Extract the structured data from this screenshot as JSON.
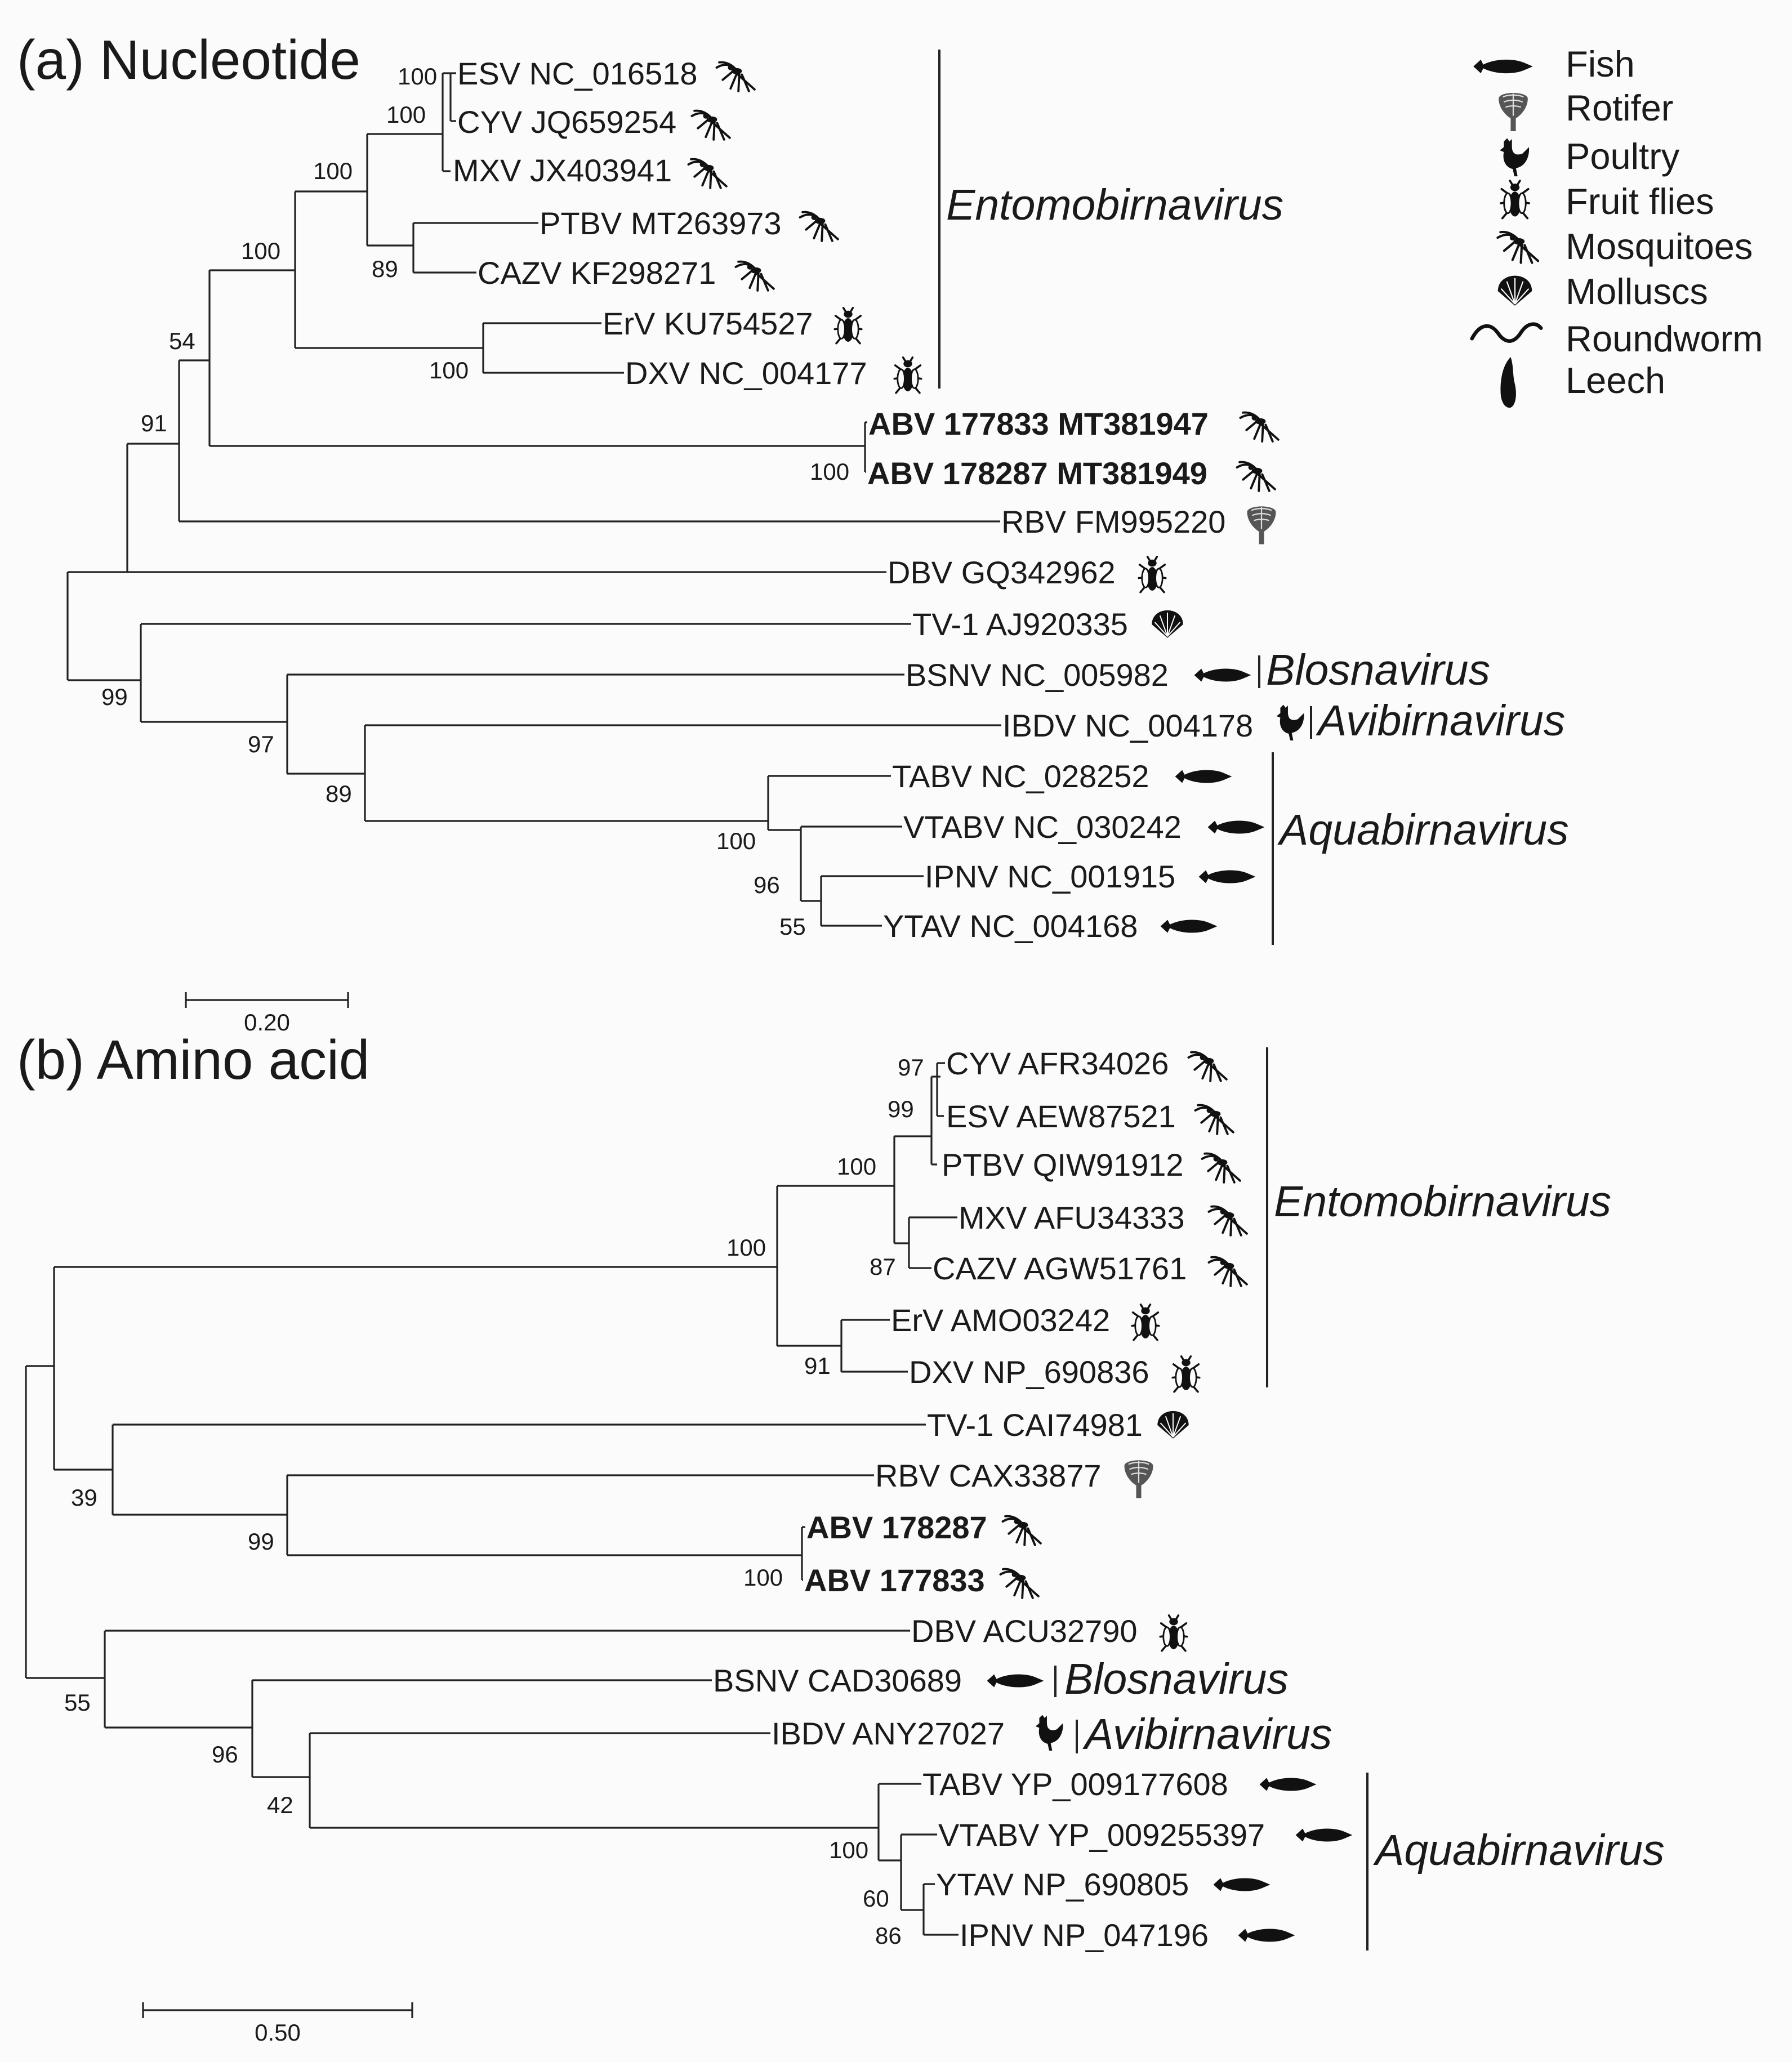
{
  "panel_a": {
    "title": "(a) Nucleotide",
    "leaves": [
      {
        "label": "ESV NC_016518",
        "host": "mosquito",
        "bold": false
      },
      {
        "label": "CYV JQ659254",
        "host": "mosquito",
        "bold": false
      },
      {
        "label": "MXV JX403941",
        "host": "mosquito",
        "bold": false
      },
      {
        "label": "PTBV MT263973",
        "host": "mosquito",
        "bold": false
      },
      {
        "label": "CAZV KF298271",
        "host": "mosquito",
        "bold": false
      },
      {
        "label": "ErV KU754527",
        "host": "fruit-fly",
        "bold": false
      },
      {
        "label": "DXV NC_004177",
        "host": "fruit-fly",
        "bold": false
      },
      {
        "label": "ABV 177833 MT381947",
        "host": "mosquito",
        "bold": true
      },
      {
        "label": "ABV 178287 MT381949",
        "host": "mosquito",
        "bold": true
      },
      {
        "label": "RBV FM995220",
        "host": "rotifer",
        "bold": false
      },
      {
        "label": "DBV GQ342962",
        "host": "fruit-fly",
        "bold": false
      },
      {
        "label": "TV-1 AJ920335",
        "host": "mollusc",
        "bold": false
      },
      {
        "label": "BSNV NC_005982",
        "host": "fish",
        "bold": false
      },
      {
        "label": "IBDV NC_004178",
        "host": "poultry",
        "bold": false
      },
      {
        "label": "TABV NC_028252",
        "host": "fish",
        "bold": false
      },
      {
        "label": "VTABV NC_030242",
        "host": "fish",
        "bold": false
      },
      {
        "label": "IPNV NC_001915",
        "host": "fish",
        "bold": false
      },
      {
        "label": "YTAV NC_004168",
        "host": "fish",
        "bold": false
      }
    ],
    "bootstraps": [
      "100",
      "100",
      "100",
      "100",
      "89",
      "100",
      "54",
      "100",
      "91",
      "99",
      "97",
      "89",
      "100",
      "96",
      "55"
    ],
    "clades": [
      "Entomobirnavirus",
      "Blosnavirus",
      "Avibirnavirus",
      "Aquabirnavirus"
    ],
    "scale_label": "0.20"
  },
  "panel_b": {
    "title": "(b) Amino acid",
    "leaves": [
      {
        "label": "CYV AFR34026",
        "host": "mosquito",
        "bold": false
      },
      {
        "label": "ESV AEW87521",
        "host": "mosquito",
        "bold": false
      },
      {
        "label": "PTBV QIW91912",
        "host": "mosquito",
        "bold": false
      },
      {
        "label": "MXV AFU34333",
        "host": "mosquito",
        "bold": false
      },
      {
        "label": "CAZV AGW51761",
        "host": "mosquito",
        "bold": false
      },
      {
        "label": "ErV AMO03242",
        "host": "fruit-fly",
        "bold": false
      },
      {
        "label": "DXV NP_690836",
        "host": "fruit-fly",
        "bold": false
      },
      {
        "label": "TV-1 CAI74981",
        "host": "mollusc",
        "bold": false
      },
      {
        "label": "RBV CAX33877",
        "host": "rotifer",
        "bold": false
      },
      {
        "label": "ABV 178287",
        "host": "mosquito",
        "bold": true
      },
      {
        "label": "ABV 177833",
        "host": "mosquito",
        "bold": true
      },
      {
        "label": "DBV ACU32790",
        "host": "fruit-fly",
        "bold": false
      },
      {
        "label": "BSNV CAD30689",
        "host": "fish",
        "bold": false
      },
      {
        "label": "IBDV ANY27027",
        "host": "poultry",
        "bold": false
      },
      {
        "label": "TABV YP_009177608",
        "host": "fish",
        "bold": false
      },
      {
        "label": "VTABV YP_009255397",
        "host": "fish",
        "bold": false
      },
      {
        "label": "YTAV NP_690805",
        "host": "fish",
        "bold": false
      },
      {
        "label": "IPNV NP_047196",
        "host": "fish",
        "bold": false
      }
    ],
    "bootstraps": [
      "97",
      "99",
      "100",
      "87",
      "100",
      "91",
      "39",
      "99",
      "100",
      "55",
      "96",
      "42",
      "100",
      "60",
      "86"
    ],
    "clades": [
      "Entomobirnavirus",
      "Blosnavirus",
      "Avibirnavirus",
      "Aquabirnavirus"
    ],
    "scale_label": "0.50"
  },
  "legend": [
    {
      "label": "Fish",
      "icon": "fish-icon"
    },
    {
      "label": "Rotifer",
      "icon": "rotifer-icon"
    },
    {
      "label": "Poultry",
      "icon": "poultry-icon"
    },
    {
      "label": "Fruit flies",
      "icon": "fruit-fly-icon"
    },
    {
      "label": "Mosquitoes",
      "icon": "mosquito-icon"
    },
    {
      "label": "Molluscs",
      "icon": "mollusc-icon"
    },
    {
      "label": "Roundworm",
      "icon": "roundworm-icon"
    },
    {
      "label": "Leech",
      "icon": "leech-icon"
    }
  ]
}
